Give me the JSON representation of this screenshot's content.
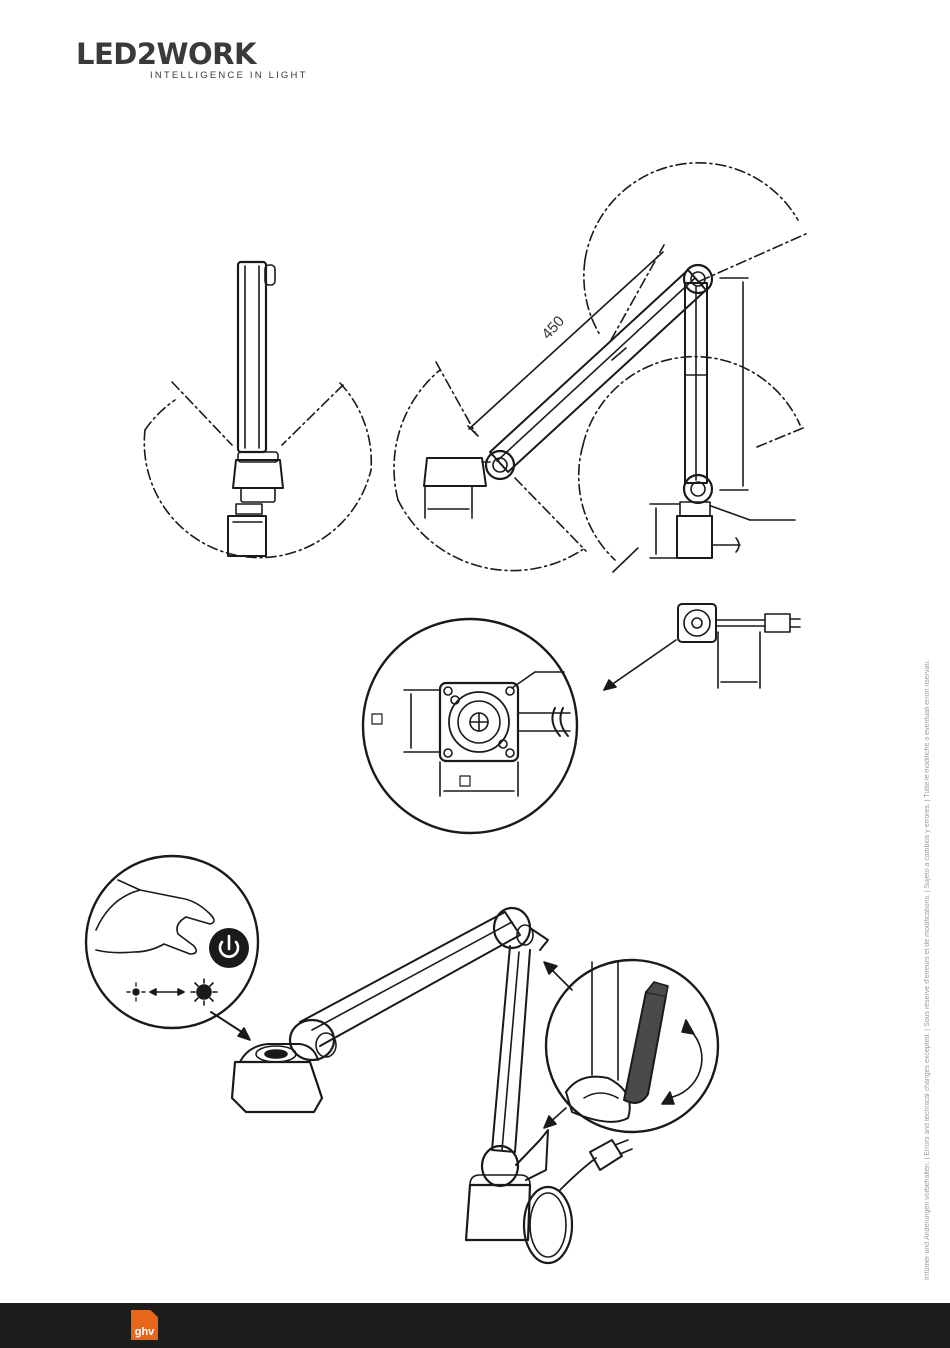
{
  "brand": {
    "logo_text": "LED2WORK",
    "tagline": "INTELLIGENCE IN LIGHT"
  },
  "diagram": {
    "arm_length_label": "450"
  },
  "disclaimer": "Irrtümer und Änderungen vorbehalten. | Errors and technical changes excepted. | Sous réserve d'erreurs et de modifications. | Sujeto a cambios y errores. | Tutte le modifiche o eventuali errori riservati.",
  "footer": {
    "badge_label": "ghv",
    "badge_color": "#e8651c",
    "bar_color": "#1d1d1b"
  },
  "icons": [
    "power-button-icon",
    "light-dim-icon",
    "light-bright-icon",
    "rotate-arrow-icon"
  ]
}
